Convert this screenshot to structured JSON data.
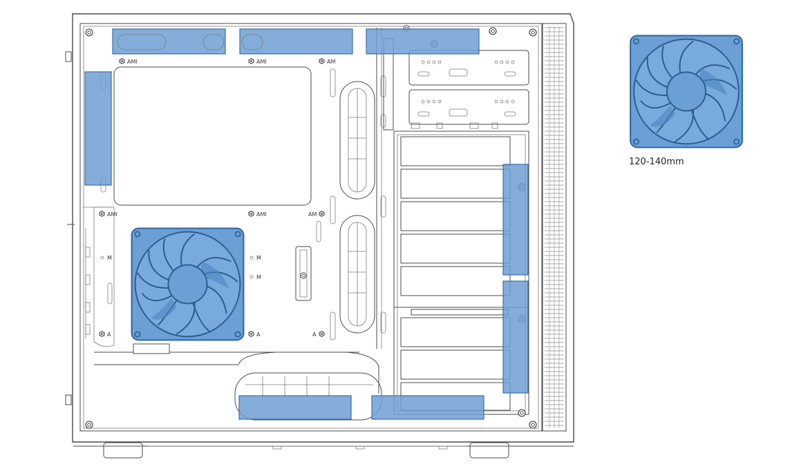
{
  "colors": {
    "mount_highlight": "#6f9fd4",
    "mount_highlight_opacity": 0.85,
    "fan_fill": "#6b9fd6",
    "fan_shade": "#4f83bf",
    "outline": "#4a4a4a"
  },
  "fan_size_label": "120-140mm",
  "mount_labels": {
    "ami_1": "AMI",
    "ami_2": "AMI",
    "am_1": "AM",
    "ami_3": "AMI",
    "ami_4": "AMI",
    "am_2": "AM",
    "m_1": "M",
    "m_2": "M",
    "m_3": "M",
    "a_1": "A",
    "a_2": "A",
    "a_3": "A"
  },
  "icons": {
    "fan": "fan-icon",
    "screw": "screw-icon",
    "mount_hex": "hex-standoff-icon"
  }
}
